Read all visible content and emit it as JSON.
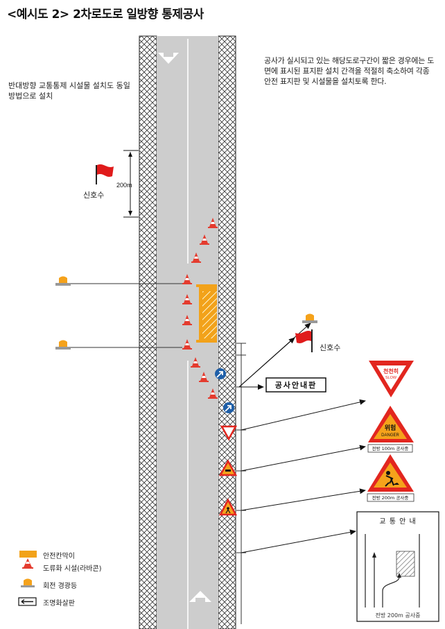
{
  "title": "<예시도 2> 2차로도로 일방향 통제공사",
  "note_left": "반대방향 교통통제 시설물 설치도 동일 방법으로 설치",
  "note_right": "공사가 실시되고 있는 해당도로구간이 짧은 경우에는 도면에 표시된 표지판 설치 간격을 적절히 축소하여 각종 안전 표지판 및 시설물을 설치토록 한다.",
  "distance_label": "200m",
  "flagman_label_left": "신호수",
  "flagman_label_right": "신호수",
  "construction_board_label": "공사안내판",
  "signs": {
    "slow": {
      "kor": "천천히",
      "eng": "SLOW"
    },
    "danger": {
      "kor": "위험",
      "eng": "DANGER",
      "plate": "전방 100m 공사중"
    },
    "work": {
      "plate": "전방 200m 공사중"
    },
    "guide": {
      "title": "교 통 안 내",
      "footer": "전방 200m 공사중"
    }
  },
  "legend": [
    {
      "label": "안전칸막이",
      "icon": "barrier-icon"
    },
    {
      "label": "도류화 시설(라바콘)",
      "icon": "cone-icon"
    },
    {
      "label": "회전 경광등",
      "icon": "warning-light-icon"
    },
    {
      "label": "조명화살판",
      "icon": "arrow-board-icon"
    }
  ],
  "colors": {
    "road": "#cdcdcd",
    "barrier": "#f2a21a",
    "cone": "#e43b2e",
    "sign_red": "#e2261f",
    "sign_orange": "#f5a21b",
    "arrow_sign": "#1f5fa8",
    "flag": "#e01b1b"
  }
}
